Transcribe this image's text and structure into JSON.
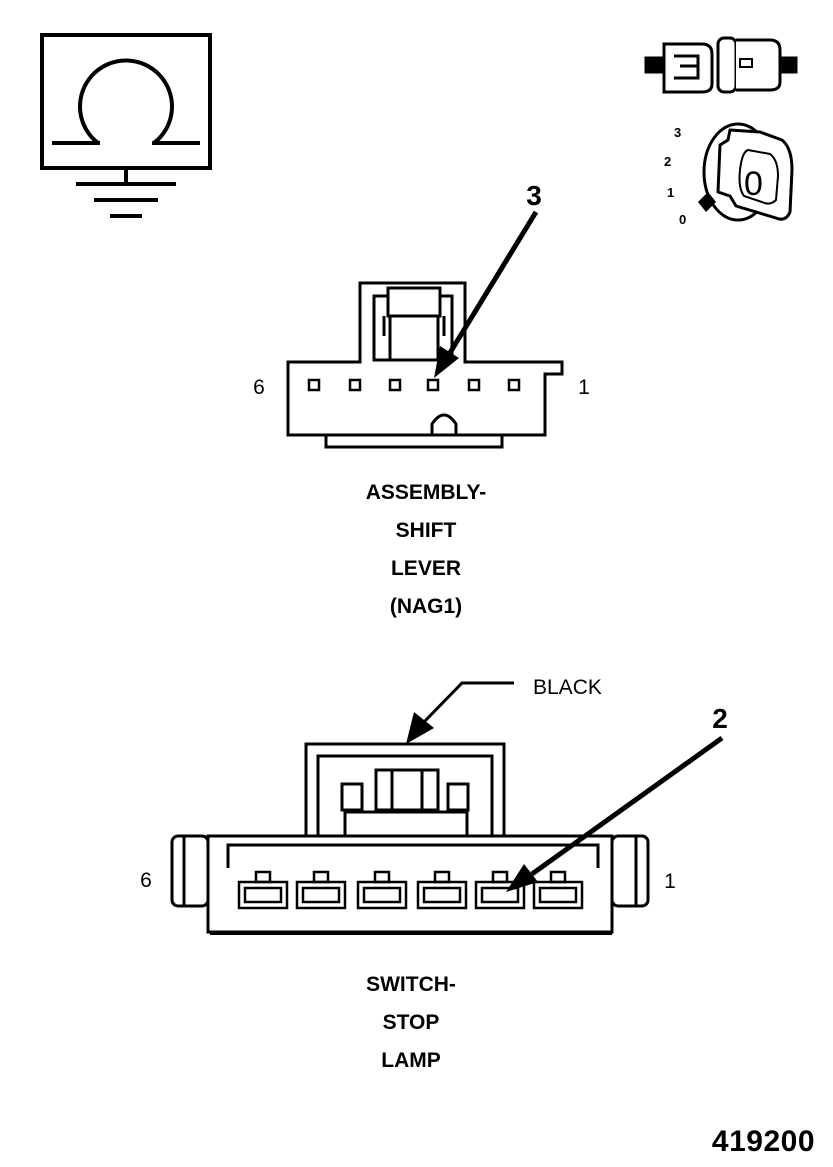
{
  "meter_symbol": {
    "icon": "ohmmeter-ground-icon"
  },
  "condition_icons": {
    "connector_icon": "disconnected-connector-icon",
    "ignition_icon": "ignition-key-icon",
    "ignition_positions": [
      "3",
      "2",
      "1",
      "0"
    ],
    "key_label": "0"
  },
  "connector_1": {
    "pin_left": "6",
    "pin_right": "1",
    "callout": "3",
    "title_lines": [
      "ASSEMBLY-",
      "SHIFT",
      "LEVER",
      "(NAG1)"
    ]
  },
  "connector_2": {
    "color_label": "BLACK",
    "pin_left": "6",
    "pin_right": "1",
    "callout": "2",
    "title_lines": [
      "SWITCH-",
      "STOP",
      "LAMP"
    ]
  },
  "figure_number": "419200"
}
